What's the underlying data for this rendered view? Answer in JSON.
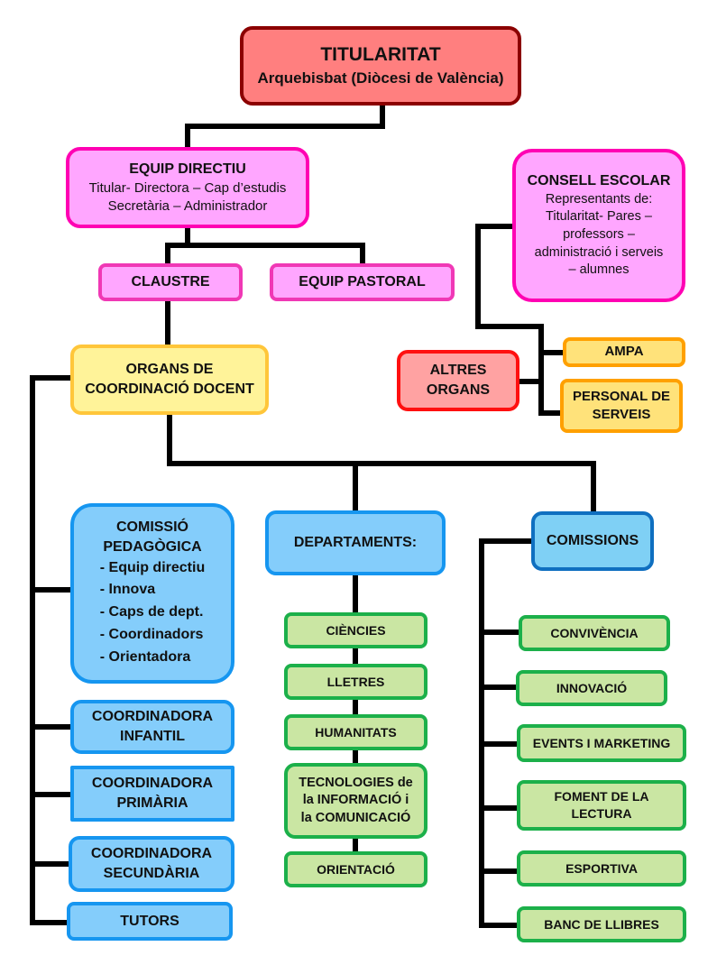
{
  "titularitat": {
    "title": "TITULARITAT",
    "subtitle": "Arquebisbat (Diòcesi de València)"
  },
  "equip_directiu": {
    "title": "EQUIP DIRECTIU",
    "line1": "Titular- Directora – Cap d’estudis",
    "line2": "Secretària – Administrador"
  },
  "claustre": "CLAUSTRE",
  "equip_pastoral": "EQUIP PASTORAL",
  "consell_escolar": {
    "title": "CONSELL ESCOLAR",
    "lines": [
      "Representants de:",
      "Titularitat- Pares –",
      "professors –",
      "administració i serveis",
      "– alumnes"
    ]
  },
  "organs_coordinacio": {
    "line1": "ORGANS DE",
    "line2": "COORDINACIÓ DOCENT"
  },
  "altres_organs": {
    "line1": "ALTRES",
    "line2": "ORGANS"
  },
  "ampa": "AMPA",
  "personal_serveis": {
    "line1": "PERSONAL DE",
    "line2": "SERVEIS"
  },
  "comissio_pedagogica": {
    "line1": "COMISSIÓ",
    "line2": "PEDAGÒGICA",
    "items": [
      "Equip directiu",
      "Innova",
      "Caps de dept.",
      "Coordinadors",
      "Orientadora"
    ]
  },
  "coordinadores": [
    {
      "line1": "COORDINADORA",
      "line2": "INFANTIL"
    },
    {
      "line1": "COORDINADORA",
      "line2": "PRIMÀRIA"
    },
    {
      "line1": "COORDINADORA",
      "line2": "SECUNDÀRIA"
    }
  ],
  "tutors": "TUTORS",
  "departaments": {
    "title": "DEPARTAMENTS:",
    "items": [
      "CIÈNCIES",
      "LLETRES",
      "HUMANITATS"
    ],
    "tic": {
      "line1": "TECNOLOGIES de",
      "line2": "la INFORMACIÓ i",
      "line3": "la COMUNICACIÓ"
    },
    "orientacio": "ORIENTACIÓ"
  },
  "comissions": {
    "title": "COMISSIONS",
    "items": [
      "CONVIVÈNCIA",
      "INNOVACIÓ",
      "EVENTS I MARKETING"
    ],
    "foment": {
      "line1": "FOMENT DE LA",
      "line2": "LECTURA"
    },
    "items2": [
      "ESPORTIVA",
      "BANC DE LLIBRES"
    ]
  }
}
